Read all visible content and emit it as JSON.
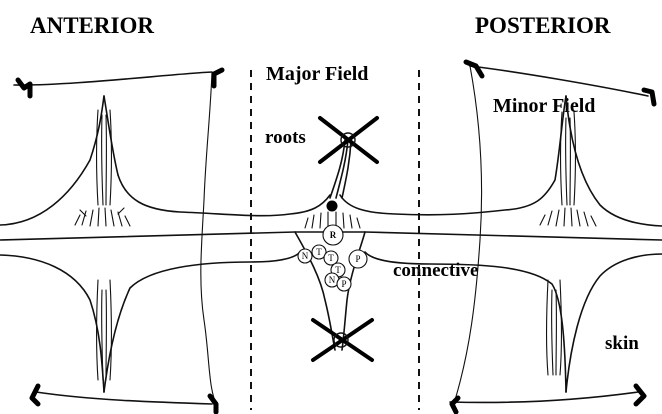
{
  "labels": {
    "anterior": "ANTERIOR",
    "posterior": "POSTERIOR",
    "major_field": "Major Field",
    "minor_field": "Minor Field",
    "roots": "roots",
    "connective": "connective",
    "skin": "skin"
  },
  "cells": [
    {
      "letter": "R"
    },
    {
      "letter": "N"
    },
    {
      "letter": "T"
    },
    {
      "letter": "T"
    },
    {
      "letter": "T"
    },
    {
      "letter": "P"
    },
    {
      "letter": "N"
    },
    {
      "letter": "P"
    }
  ]
}
